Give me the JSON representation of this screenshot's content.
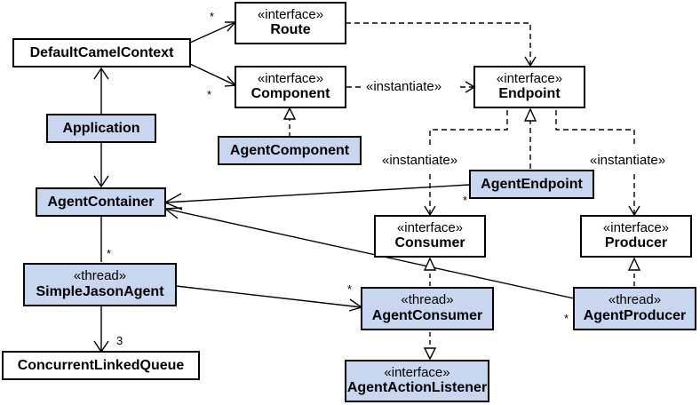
{
  "classes": {
    "route": {
      "stereotype": "«interface»",
      "name": "Route"
    },
    "default_camel_context": {
      "name": "DefaultCamelContext"
    },
    "component": {
      "stereotype": "«interface»",
      "name": "Component"
    },
    "endpoint": {
      "stereotype": "«interface»",
      "name": "Endpoint"
    },
    "application": {
      "name": "Application"
    },
    "agent_component": {
      "name": "AgentComponent"
    },
    "agent_container": {
      "name": "AgentContainer"
    },
    "agent_endpoint": {
      "name": "AgentEndpoint"
    },
    "consumer": {
      "stereotype": "«interface»",
      "name": "Consumer"
    },
    "producer": {
      "stereotype": "«interface»",
      "name": "Producer"
    },
    "simple_jason_agent": {
      "stereotype": "«thread»",
      "name": "SimpleJasonAgent"
    },
    "agent_consumer": {
      "stereotype": "«thread»",
      "name": "AgentConsumer"
    },
    "agent_producer": {
      "stereotype": "«thread»",
      "name": "AgentProducer"
    },
    "concurrent_linked_queue": {
      "name": "ConcurrentLinkedQueue"
    },
    "agent_action_listener": {
      "stereotype": "«interface»",
      "name": "AgentActionListener"
    }
  },
  "labels": {
    "instantiate_component_endpoint": "«instantiate»",
    "instantiate_consumer": "«instantiate»",
    "instantiate_producer": "«instantiate»"
  },
  "multiplicities": {
    "route": "*",
    "component": "*",
    "simple_jason_agent": "*",
    "agent_endpoint": "*",
    "agent_consumer": "*",
    "agent_producer": "*",
    "queue": "3"
  },
  "colors": {
    "agent_fill": "#c8d6ef",
    "interface_fill": "#ffffff",
    "line": "#000000"
  }
}
